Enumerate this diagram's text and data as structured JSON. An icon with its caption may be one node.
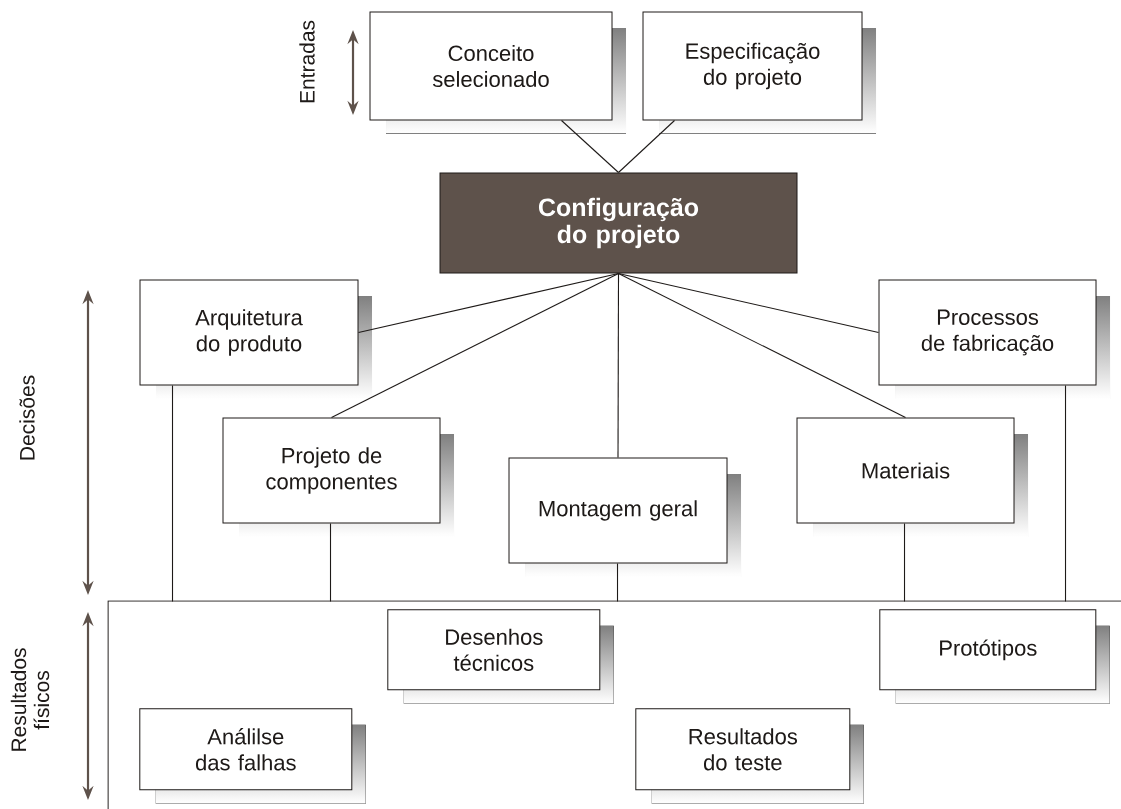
{
  "diagram": {
    "nodes": [
      {
        "text": [
          "Conceito selecionado"
        ]
      },
      {
        "text": [
          "Especificação do projeto"
        ]
      },
      {
        "text": [
          "Configuração do projeto"
        ]
      },
      {
        "text": [
          "Arquitetura do produto"
        ]
      },
      {
        "text": [
          "Processos de fabricação"
        ]
      },
      {
        "text": [
          "Projeto de componentes"
        ]
      },
      {
        "text": [
          "Montagem geral"
        ]
      },
      {
        "text": [
          "Materiais"
        ]
      },
      {
        "text": [],
        "shape": "box"
      },
      {
        "text": [
          "Desenhos técnicos"
        ],
        "in": 8
      },
      {
        "text": [
          "Protótipos"
        ],
        "in": 8
      },
      {
        "text": [
          "Análilse das falhas"
        ],
        "in": 8
      },
      {
        "text": [
          "Resultados do teste"
        ],
        "in": 8
      }
    ],
    "edges": [
      {
        "from": 0,
        "to": 2,
        "arrow": "none"
      },
      {
        "from": 1,
        "to": 2,
        "arrow": "none"
      },
      {
        "from": 2,
        "to": 3,
        "arrow": "none"
      },
      {
        "from": 2,
        "to": 5,
        "arrow": "none"
      },
      {
        "from": 2,
        "to": 6,
        "arrow": "none"
      },
      {
        "from": 2,
        "to": 7,
        "arrow": "none"
      },
      {
        "from": 2,
        "to": 4,
        "arrow": "none"
      },
      {
        "from": 3,
        "to": 8,
        "arrow": "none"
      },
      {
        "from": 5,
        "to": 8,
        "arrow": "none"
      },
      {
        "from": 6,
        "to": 8,
        "arrow": "none"
      },
      {
        "from": 7,
        "to": 8,
        "arrow": "none"
      },
      {
        "from": 4,
        "to": 8,
        "arrow": "none"
      }
    ],
    "labels": [
      "Entradas",
      "Decisões",
      "Resultados físicos"
    ]
  }
}
